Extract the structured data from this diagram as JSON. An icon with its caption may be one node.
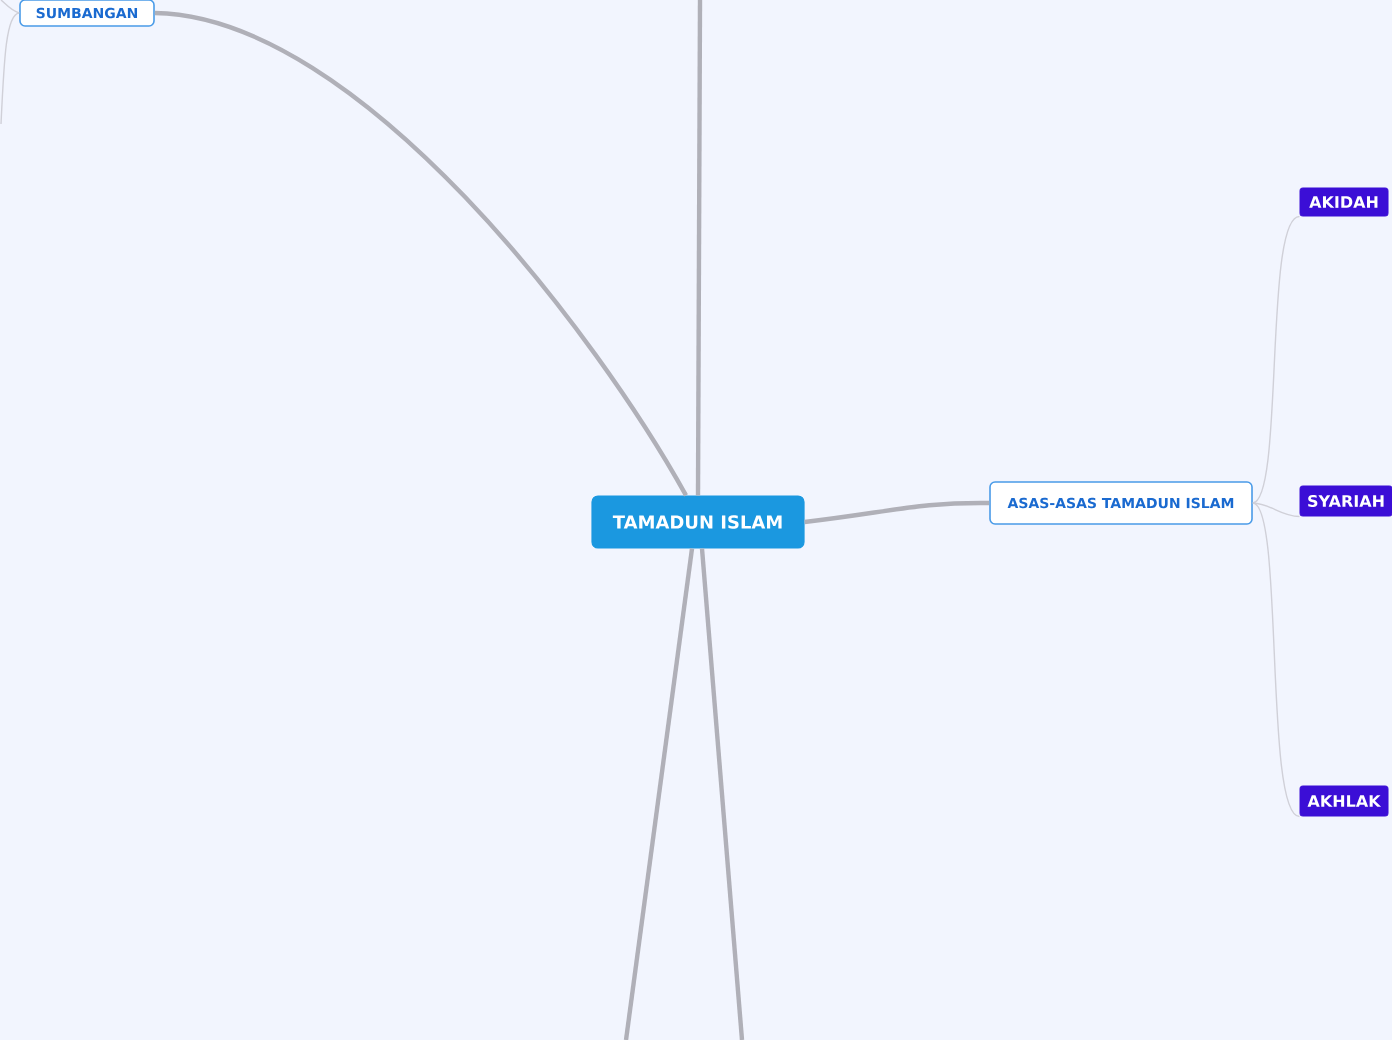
{
  "diagram": {
    "nodes": [
      {
        "text": [
          "TAMADUN ISLAM"
        ]
      },
      {
        "text": [
          "SUMBANGAN"
        ]
      },
      {
        "text": [
          "ASAS-ASAS TAMADUN ISLAM"
        ]
      },
      {
        "text": [
          "AKIDAH"
        ]
      },
      {
        "text": [
          "SYARIAH"
        ]
      },
      {
        "text": [
          "AKHLAK"
        ]
      }
    ],
    "edges": [
      {
        "from": 0,
        "to": 1,
        "arrow": "none",
        "style": "thick",
        "color": "#b0b0b8"
      },
      {
        "from": 0,
        "to": null,
        "arrow": "none",
        "style": "thick",
        "color": "#b0b0b8"
      },
      {
        "from": 0,
        "to": 2,
        "arrow": "none",
        "style": "thick",
        "color": "#b0b0b8"
      },
      {
        "from": 0,
        "to": null,
        "arrow": "none",
        "style": "thick",
        "color": "#b0b0b8"
      },
      {
        "from": 0,
        "to": null,
        "arrow": "none",
        "style": "thick",
        "color": "#b0b0b8"
      },
      {
        "from": 1,
        "to": null,
        "arrow": "none"
      },
      {
        "from": 1,
        "to": null,
        "arrow": "none"
      },
      {
        "from": 2,
        "to": 3,
        "arrow": "none"
      },
      {
        "from": 2,
        "to": 4,
        "arrow": "none"
      },
      {
        "from": 2,
        "to": 5,
        "arrow": "none"
      }
    ]
  }
}
